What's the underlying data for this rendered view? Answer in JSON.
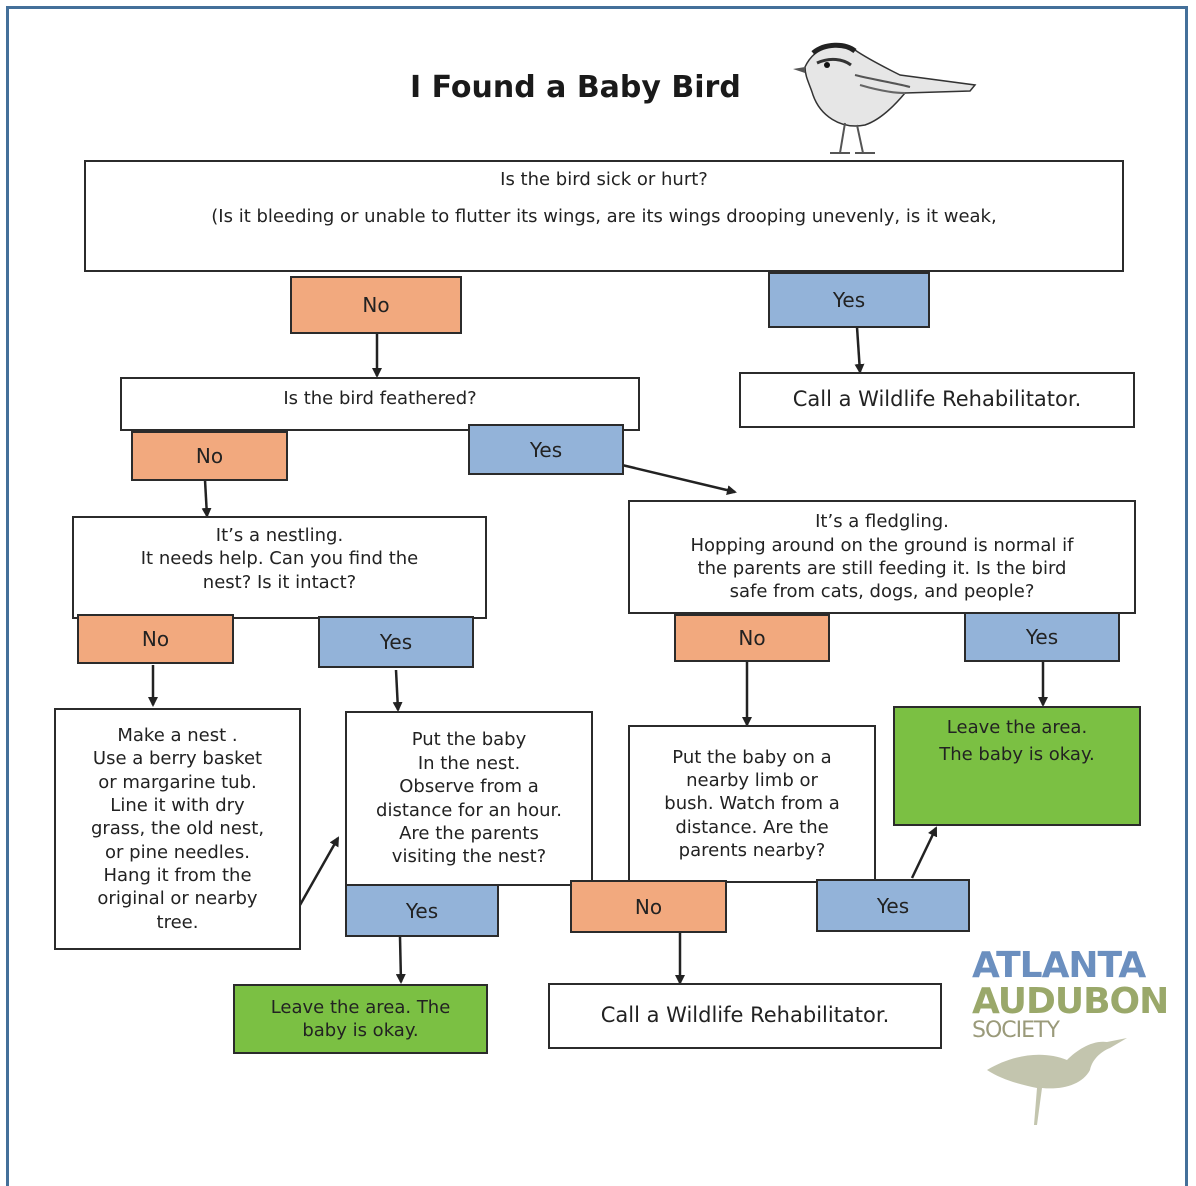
{
  "title": "I Found a Baby Bird",
  "colors": {
    "no": "#f2a97e",
    "yes": "#93b3d9",
    "leave": "#7bc043",
    "frame": "#44709a"
  },
  "q1": {
    "title": "Is the bird sick or hurt?",
    "detail": "(Is it bleeding or unable to flutter its wings, are its wings drooping unevenly, is it weak,",
    "no": "No",
    "yes": "Yes"
  },
  "rehab_top": "Call a Wildlife Rehabilitator.",
  "q2": {
    "text": "Is the bird feathered?",
    "no": "No",
    "yes": "Yes"
  },
  "nestling": {
    "lines": [
      "It’s a nestling.",
      "It needs help. Can you find the",
      "nest? Is it intact?"
    ],
    "no": "No",
    "yes": "Yes"
  },
  "fledgling": {
    "lines": [
      "It’s a fledgling.",
      "Hopping around on the ground is normal if",
      "the parents are still feeding it. Is the bird",
      "safe from cats, dogs, and people?"
    ],
    "no": "No",
    "yes": "Yes"
  },
  "make_nest": {
    "lines": [
      "Make a nest .",
      "Use a berry basket",
      "or margarine tub.",
      "Line it with dry",
      "grass, the old nest,",
      "or pine needles.",
      "Hang it from the",
      "original or nearby",
      "tree."
    ]
  },
  "put_nest": {
    "lines": [
      "Put the baby",
      "In the nest.",
      "Observe from a",
      "distance for an hour.",
      "Are the parents",
      "visiting the nest?"
    ],
    "yes": "Yes",
    "no": "No"
  },
  "put_limb": {
    "lines": [
      "Put the baby on a",
      "nearby limb or",
      "bush. Watch from a",
      "distance. Are the",
      "parents nearby?"
    ],
    "yes": "Yes"
  },
  "leave_right": {
    "lines": [
      "Leave the area.",
      "The baby  is okay."
    ]
  },
  "leave_bottom": {
    "lines": [
      "Leave the area. The",
      "baby is okay."
    ]
  },
  "rehab_bottom": "Call a Wildlife Rehabilitator.",
  "logo": {
    "line1": "ATLANTA",
    "line2": "AUDUBON",
    "line3": "SOCIETY"
  },
  "icons": {
    "bird": "sparrow-illustration-icon",
    "logo_bird": "heron-silhouette-icon"
  }
}
